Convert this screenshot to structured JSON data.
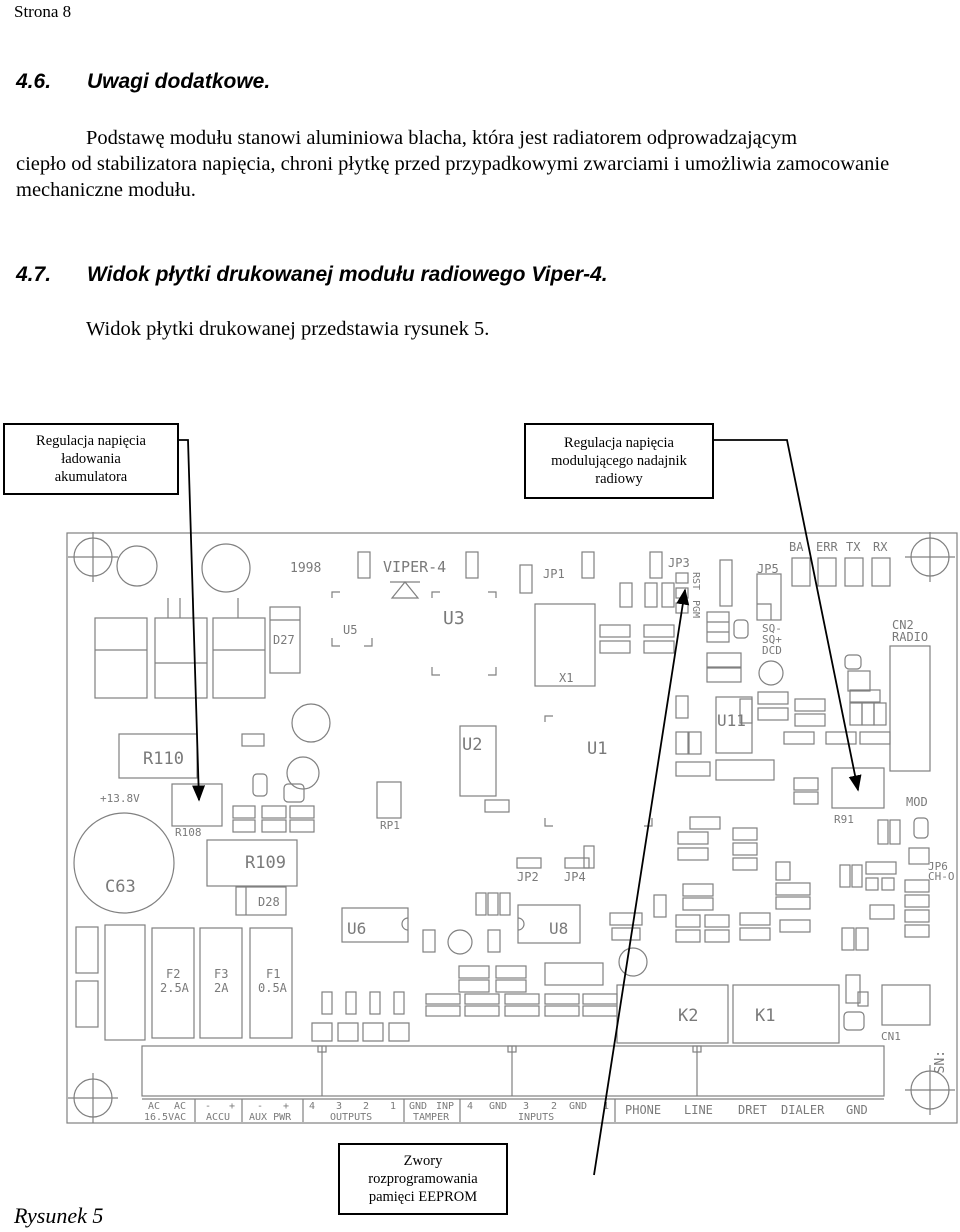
{
  "page": {
    "number": "Strona 8"
  },
  "sections": [
    {
      "num": "4.6.",
      "title": "Uwagi dodatkowe.",
      "body_indent": "Podstawę modułu stanowi aluminiowa blacha, która jest radiatorem odprowadzającym",
      "body_rest": "ciepło od stabilizatora napięcia, chroni płytkę przed przypadkowymi zwarciami i umożliwia zamocowanie mechaniczne modułu."
    },
    {
      "num": "4.7.",
      "title": "Widok płytki drukowanej modułu radiowego Viper-4.",
      "body": "Widok płytki drukowanej przedstawia rysunek 5."
    }
  ],
  "callouts": {
    "battery": [
      "Regulacja napięcia",
      "ładowania",
      "akumulatora"
    ],
    "radio": [
      "Regulacja napięcia",
      "modulującego nadajnik",
      "radiowy"
    ],
    "eeprom": [
      "Zwory",
      "rozprogramowania",
      "pamięci EEPROM"
    ]
  },
  "figure_caption": "Rysunek 5",
  "pcb": {
    "year": "1998",
    "model": "VIPER-4",
    "components": {
      "u5": "U5",
      "u3": "U3",
      "u2": "U2",
      "u1": "U1",
      "u11": "U11",
      "u6": "U6",
      "u8": "U8",
      "x1": "X1",
      "jp1": "JP1",
      "jp3": "JP3",
      "jp5": "JP5",
      "jp2": "JP2",
      "jp4": "JP4",
      "jp6a": "JP6",
      "jp6b": "CH-O",
      "rst": "RST",
      "pgm": "PGM",
      "d27": "D27",
      "d28": "D28",
      "r110": "R110",
      "r108": "R108",
      "r109": "R109",
      "r91": "R91",
      "rp1": "RP1",
      "c63": "C63",
      "v138": "+13.8V",
      "mod": "MOD",
      "k1": "K1",
      "k2": "K2",
      "cn1": "CN1",
      "cn2a": "CN2",
      "cn2b": "RADIO",
      "sq1": "SQ-",
      "sq2": "SQ+",
      "dcd": "DCD",
      "sn": "SN:",
      "f2a": "F2",
      "f2b": "2.5A",
      "f3a": "F3",
      "f3b": "2A",
      "f1a": "F1",
      "f1b": "0.5A"
    },
    "leds": [
      "BA",
      "ERR",
      "TX",
      "RX"
    ],
    "terminals": {
      "ac_top": [
        "AC",
        "AC"
      ],
      "ac_bottom": "16.5VAC",
      "accu_top": [
        "-",
        "+"
      ],
      "accu_bottom": "ACCU",
      "aux_top": [
        "-",
        "+"
      ],
      "aux_bottom": "AUX PWR",
      "outputs_top": [
        "4",
        "3",
        "2",
        "1"
      ],
      "outputs_bottom": "OUTPUTS",
      "tamper_top": [
        "GND",
        "INP"
      ],
      "tamper_bottom": "TAMPER",
      "inputs_top": [
        "4",
        "GND",
        "3",
        "2",
        "GND",
        "1"
      ],
      "inputs_bottom": "INPUTS",
      "phone": [
        "PHONE",
        "LINE",
        "DRET",
        "DIALER",
        "GND"
      ]
    }
  }
}
